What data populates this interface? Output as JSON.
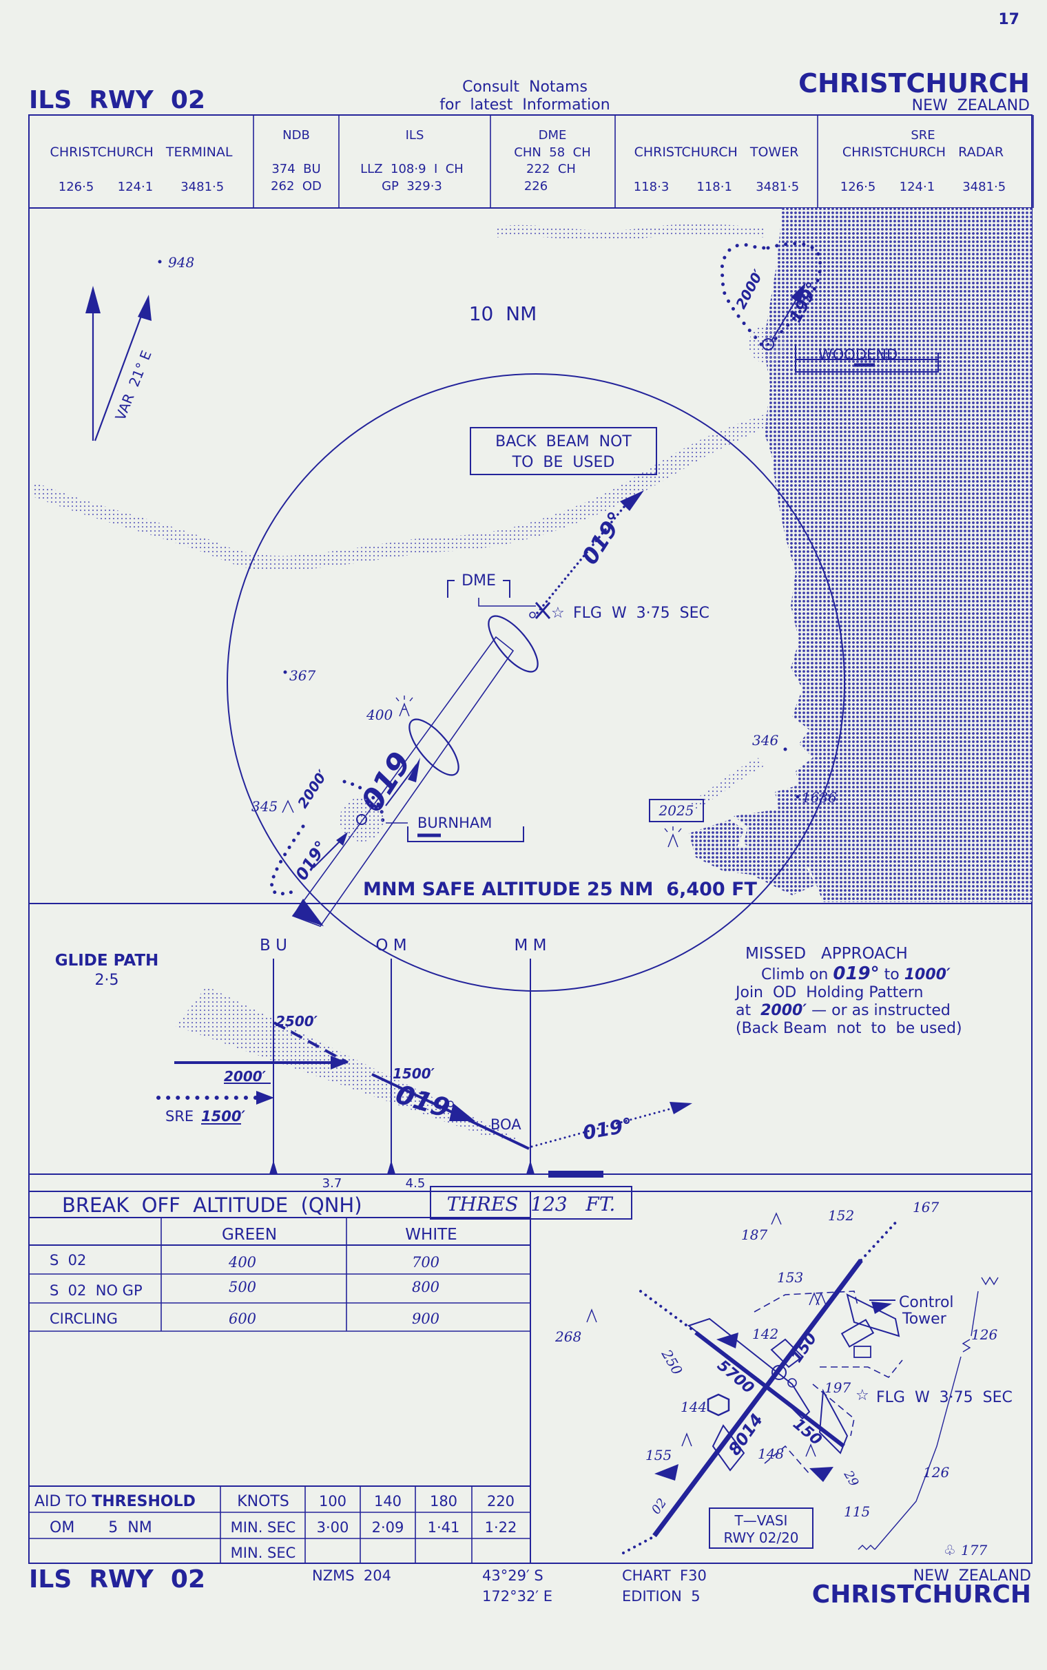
{
  "header": {
    "page_number": "17",
    "title_left": "ILS  RWY  02",
    "notams_line1": "Consult  Notams",
    "notams_line2": "for  latest  Information",
    "city": "CHRISTCHURCH",
    "country": "NEW  ZEALAND"
  },
  "frequencies": [
    {
      "name": "CHRISTCHURCH   TERMINAL",
      "l2": "",
      "l3": "126·5      124·1       3481·5"
    },
    {
      "name": "NDB",
      "l2": "374  BU",
      "l3": "262  OD"
    },
    {
      "name": "ILS",
      "l2": "LLZ  108·9  I  CH",
      "l3": "GP  329·3"
    },
    {
      "name": "DME",
      "l1b": "CHN  58  CH",
      "l2": "222  CH",
      "l3": "226"
    },
    {
      "name": "CHRISTCHURCH   TOWER",
      "l2": "",
      "l3": "118·3       118·1      3481·5"
    },
    {
      "name": "SRE",
      "l1b": "CHRISTCHURCH   RADAR",
      "l2": "",
      "l3": "126·5      124·1       3481·5"
    }
  ],
  "plan": {
    "elev_948": "948",
    "var_label": "VAR  21° E",
    "ring_label": "10  NM",
    "back_beam_1": "BACK  BEAM  NOT",
    "back_beam_2": "TO  BE  USED",
    "holding_alt": "2000′",
    "holding_course": "199°",
    "woodend": "WOODEND",
    "dme": "DME",
    "flg": "FLG  W  3·75  SEC",
    "course_out": "019°",
    "course_in": "019",
    "elev_367": "367",
    "elev_400": "400",
    "elev_346": "346",
    "elev_1636": "1636",
    "elev_345": "345",
    "burnham_alt": "2000′",
    "burnham_course": "019°",
    "burnham": "BURNHAM",
    "elev_2025": "2025",
    "msa": "MNM SAFE ALTITUDE 25 NM  6,400 FT"
  },
  "profile": {
    "glide_path": "GLIDE PATH",
    "glide_angle": "2·5",
    "fix_bu": "B U",
    "fix_om": "O M",
    "fix_mm": "M M",
    "alt_2500": "2500′",
    "alt_2000": "2000′",
    "alt_1500": "1500′",
    "sre": "SRE",
    "sre_alt": "1500′",
    "course": "019",
    "boa": "BOA",
    "course_ma": "019°",
    "dist_1": "3.7",
    "dist_2": "4.5",
    "missed_title": "MISSED   APPROACH",
    "missed_1a": "Climb on ",
    "missed_1b": "019°",
    "missed_1c": " to ",
    "missed_1d": "1000′",
    "missed_2": "Join  OD  Holding Pattern",
    "missed_3a": "at  ",
    "missed_3b": "2000′",
    "missed_3c": " — or as instructed",
    "missed_4": "(Back Beam  not  to  be used)"
  },
  "minima": {
    "title": "BREAK  OFF  ALTITUDE  (QNH)",
    "thres": "THRES  123   FT.",
    "col_green": "GREEN",
    "col_white": "WHITE",
    "rows": [
      {
        "label": "S  02",
        "green": "400",
        "white": "700"
      },
      {
        "label": "S  02  NO GP",
        "green": "500",
        "white": "800"
      },
      {
        "label": "CIRCLING",
        "green": "600",
        "white": "900"
      }
    ]
  },
  "timing": {
    "aid_label": "AID TO ",
    "aid_label_b": "THRESHOLD",
    "knots": "KNOTS",
    "speeds": [
      "100",
      "140",
      "180",
      "220"
    ],
    "om_label": "OM       5  NM",
    "minsec": "MIN. SEC",
    "times": [
      "3·00",
      "2·09",
      "1·41",
      "1·22"
    ],
    "minsec2": "MIN. SEC"
  },
  "airport": {
    "e187": "187",
    "e152": "152",
    "e167": "167",
    "e153": "153",
    "control_tower_1": "Control",
    "control_tower_2": "Tower",
    "e268": "268",
    "e142": "142",
    "rwy_250": "250",
    "rwy_5700": "5700",
    "rwy_150a": "150",
    "e126a": "126",
    "e197": "197",
    "flg": "FLG  W  3·75  SEC",
    "e144": "144",
    "rwy_8014": "8014",
    "e148": "148",
    "rwy_150b": "150",
    "e155": "155",
    "e126b": "126",
    "e115": "115",
    "vasi_1": "T—VASI",
    "vasi_2": "RWY 02/20",
    "e177": "177",
    "rwy_02": "02",
    "rwy_29": "29"
  },
  "footer": {
    "title_left": "ILS  RWY  02",
    "nzms": "NZMS  204",
    "lat": "43°29′ S",
    "lon": "172°32′ E",
    "chart": "CHART  F30",
    "edition": "EDITION  5",
    "country": "NEW  ZEALAND",
    "city": "CHRISTCHURCH"
  }
}
